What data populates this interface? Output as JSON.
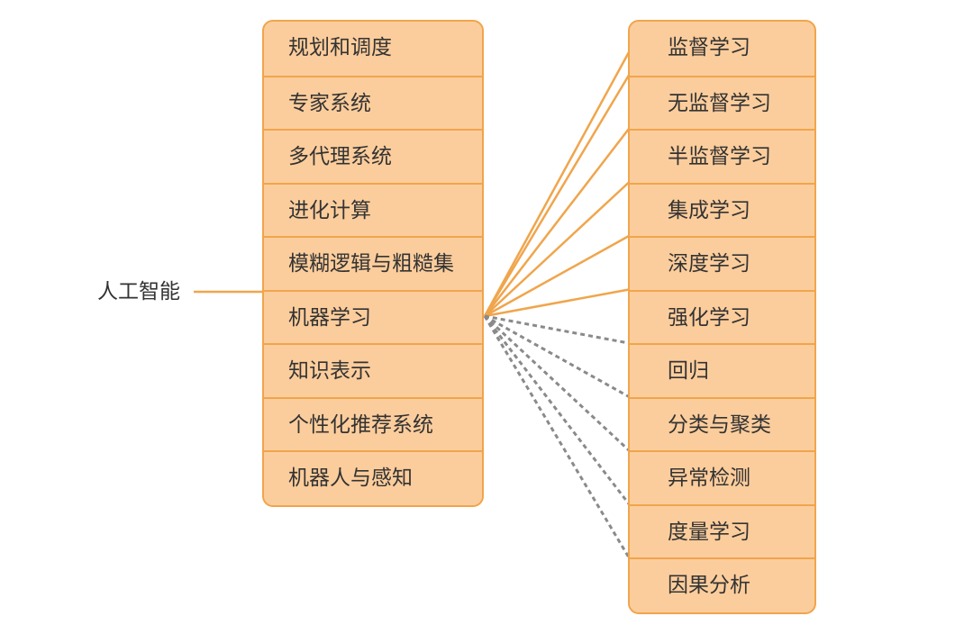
{
  "root": {
    "label": "人工智能"
  },
  "left_branch": {
    "items": [
      {
        "label": "规划和调度"
      },
      {
        "label": "专家系统"
      },
      {
        "label": "多代理系统"
      },
      {
        "label": "进化计算"
      },
      {
        "label": "模糊逻辑与粗糙集"
      },
      {
        "label": "机器学习"
      },
      {
        "label": "知识表示"
      },
      {
        "label": "个性化推荐系统"
      },
      {
        "label": "机器人与感知"
      }
    ]
  },
  "right_branch": {
    "items": [
      {
        "label": "监督学习",
        "link": "solid"
      },
      {
        "label": "无监督学习",
        "link": "solid"
      },
      {
        "label": "半监督学习",
        "link": "solid"
      },
      {
        "label": "集成学习",
        "link": "solid"
      },
      {
        "label": "深度学习",
        "link": "solid"
      },
      {
        "label": "强化学习",
        "link": "solid"
      },
      {
        "label": "回归",
        "link": "dashed"
      },
      {
        "label": "分类与聚类",
        "link": "dashed"
      },
      {
        "label": "异常检测",
        "link": "dashed"
      },
      {
        "label": "度量学习",
        "link": "dashed"
      },
      {
        "label": "因果分析",
        "link": "dashed"
      }
    ]
  },
  "colors": {
    "box_fill": "#fccd9c",
    "box_border": "#f0a54c",
    "solid_line": "#f0a54c",
    "dashed_line": "#8a8a8a",
    "text": "#333333"
  }
}
